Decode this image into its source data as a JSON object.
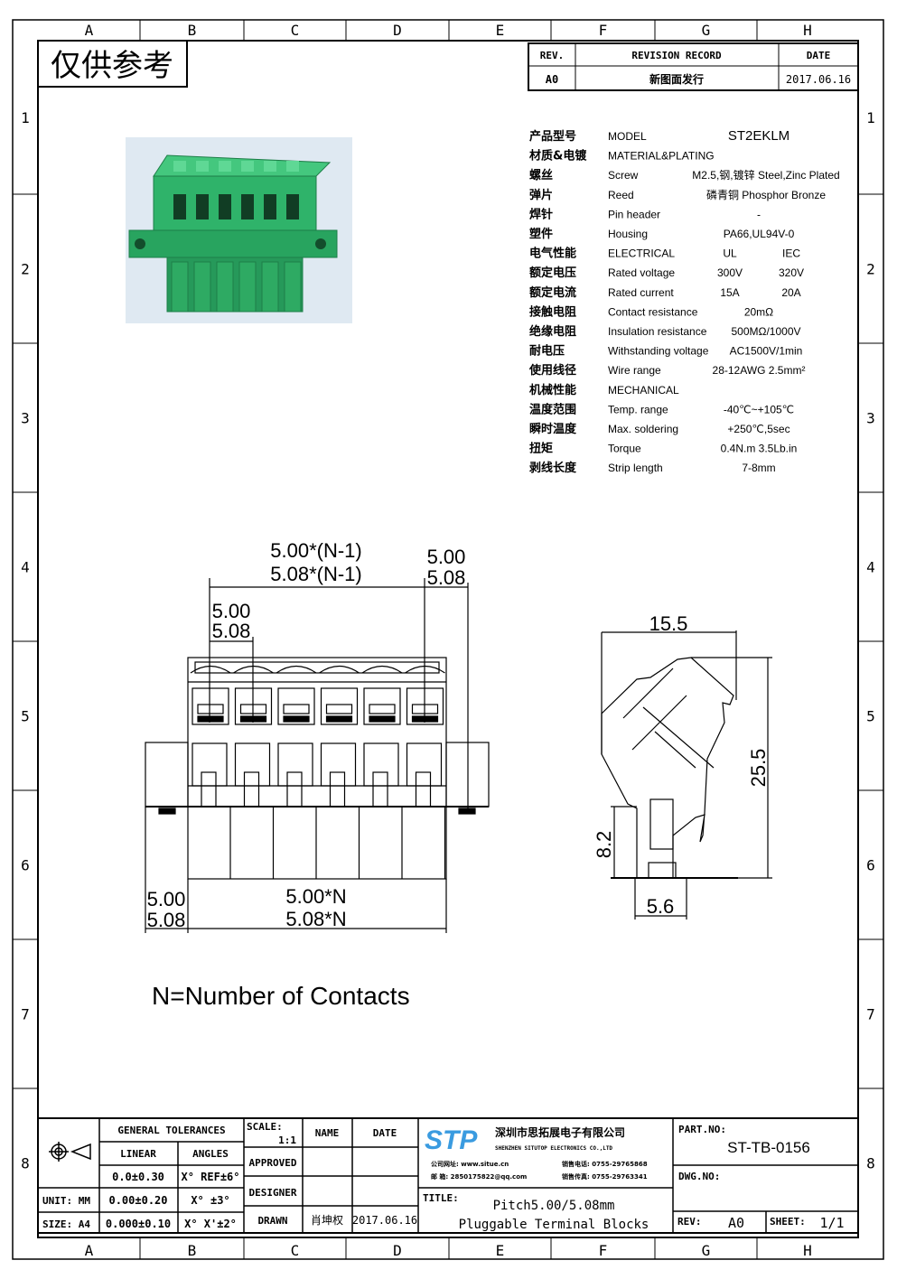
{
  "frame": {
    "columns": [
      "A",
      "B",
      "C",
      "D",
      "E",
      "F",
      "G",
      "H"
    ],
    "rows": [
      "1",
      "2",
      "3",
      "4",
      "5",
      "6",
      "7",
      "8"
    ]
  },
  "stamp": "仅供参考",
  "revision": {
    "headers": {
      "rev": "REV.",
      "record": "REVISION RECORD",
      "date": "DATE"
    },
    "rows": [
      {
        "rev": "A0",
        "record": "新图面发行",
        "date": "2017.06.16"
      }
    ]
  },
  "specs": [
    {
      "cn": "产品型号",
      "en": "MODEL",
      "v1": "ST2EKLM",
      "v2": ""
    },
    {
      "cn": "材质&电镀",
      "en": "MATERIAL&PLATING",
      "v1": "",
      "v2": ""
    },
    {
      "cn": "螺丝",
      "en": "Screw",
      "v1": "M2.5,钢,镀锌 Steel,Zinc Plated",
      "v2": ""
    },
    {
      "cn": "弹片",
      "en": "Reed",
      "v1": "磷青铜 Phosphor Bronze",
      "v2": ""
    },
    {
      "cn": "焊针",
      "en": "Pin header",
      "v1": "-",
      "v2": ""
    },
    {
      "cn": "塑件",
      "en": "Housing",
      "v1": "PA66,UL94V-0",
      "v2": ""
    },
    {
      "cn": "电气性能",
      "en": "ELECTRICAL",
      "v1": "UL",
      "v2": "IEC"
    },
    {
      "cn": "额定电压",
      "en": "Rated voltage",
      "v1": "300V",
      "v2": "320V"
    },
    {
      "cn": "额定电流",
      "en": "Rated current",
      "v1": "15A",
      "v2": "20A"
    },
    {
      "cn": "接触电阻",
      "en": "Contact resistance",
      "v1": "20mΩ",
      "v2": ""
    },
    {
      "cn": "绝缘电阻",
      "en": "Insulation resistance",
      "v1": "500MΩ/1000V",
      "v2": ""
    },
    {
      "cn": "耐电压",
      "en": "Withstanding voltage",
      "v1": "AC1500V/1min",
      "v2": ""
    },
    {
      "cn": "使用线径",
      "en": "Wire range",
      "v1": "28-12AWG 2.5mm²",
      "v2": ""
    },
    {
      "cn": "机械性能",
      "en": "MECHANICAL",
      "v1": "",
      "v2": ""
    },
    {
      "cn": "温度范围",
      "en": "Temp. range",
      "v1": "-40℃~+105℃",
      "v2": ""
    },
    {
      "cn": "瞬时温度",
      "en": "Max. soldering",
      "v1": "+250℃,5sec",
      "v2": ""
    },
    {
      "cn": "扭矩",
      "en": "Torque",
      "v1": "0.4N.m 3.5Lb.in",
      "v2": ""
    },
    {
      "cn": "剥线长度",
      "en": "Strip length",
      "v1": "7-8mm",
      "v2": ""
    }
  ],
  "front_view": {
    "dim_top_a": "5.00*(N-1)",
    "dim_top_b": "5.08*(N-1)",
    "dim_right_a": "5.00",
    "dim_right_b": "5.08",
    "dim_pitch_a": "5.00",
    "dim_pitch_b": "5.08",
    "dim_left_a": "5.00",
    "dim_left_b": "5.08",
    "dim_bottom_a": "5.00*N",
    "dim_bottom_b": "5.08*N"
  },
  "side_view": {
    "width": "15.5",
    "height": "25.5",
    "pin_height": "8.2",
    "pin_width": "5.6"
  },
  "note": "N=Number of Contacts",
  "title_block": {
    "general_tolerances": "GENERAL TOLERANCES",
    "linear": "LINEAR",
    "angles": "ANGLES",
    "tol": [
      {
        "lin": "0.0±0.30",
        "ang": "X° REF±6°"
      },
      {
        "lin": "0.00±0.20",
        "ang": "X° ±3°"
      },
      {
        "lin": "0.000±0.10",
        "ang": "X° X'±2°"
      }
    ],
    "unit": "UNIT: MM",
    "size": "SIZE: A4",
    "scale_label": "SCALE:",
    "scale": "1:1",
    "name": "NAME",
    "date": "DATE",
    "approved": "APPROVED",
    "designer": "DESIGNER",
    "drawn": "DRAWN",
    "drawn_name": "肖坤权",
    "drawn_date": "2017.06.16",
    "logo": "STP",
    "company_cn": "深圳市思拓展电子有限公司",
    "company_en": "SHENZHEN SITUTOP ELECTRONICS CO.,LTD",
    "contact_web": "公司网址: www.situe.cn",
    "contact_mail": "邮 箱: 2850175822@qq.com",
    "contact_tel": "销售电话: 0755-29765868",
    "contact_fax": "销售传真: 0755-29763341",
    "title_label": "TITLE:",
    "title_line1": "Pitch5.00/5.08mm",
    "title_line2": "Pluggable Terminal Blocks",
    "part_no_label": "PART.NO:",
    "part_no": "ST-TB-0156",
    "dwg_no_label": "DWG.NO:",
    "rev_label": "REV:",
    "rev": "A0",
    "sheet_label": "SHEET:",
    "sheet": "1/1"
  },
  "colors": {
    "logo": "#3a9be0",
    "housing": "#2fb36a"
  }
}
